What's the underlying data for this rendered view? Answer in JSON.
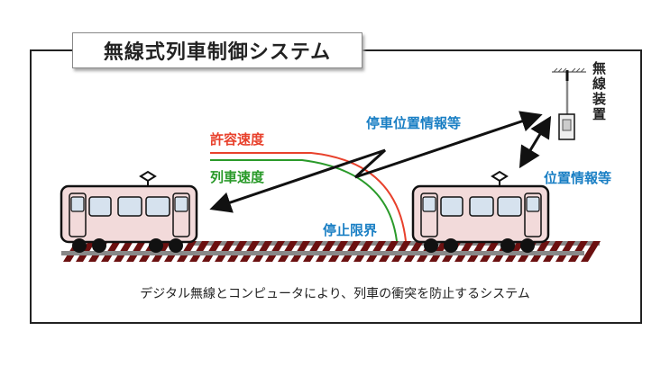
{
  "title": "無線式列車制御システム",
  "labels": {
    "allowed_speed": "許容速度",
    "train_speed": "列車速度",
    "stop_limit": "停止限界",
    "stop_position_info": "停車位置情報等",
    "position_info": "位置情報等",
    "radio_device": "無線装置"
  },
  "caption": "デジタル無線とコンピュータにより、列車の衝突を防止するシステム",
  "colors": {
    "red": "#e8412c",
    "green": "#2a9a2a",
    "blue": "#1a7fc4",
    "train_body": "#f2dada",
    "window": "#d6e2ee",
    "tie": "#6b1010",
    "rail": "#888888"
  }
}
